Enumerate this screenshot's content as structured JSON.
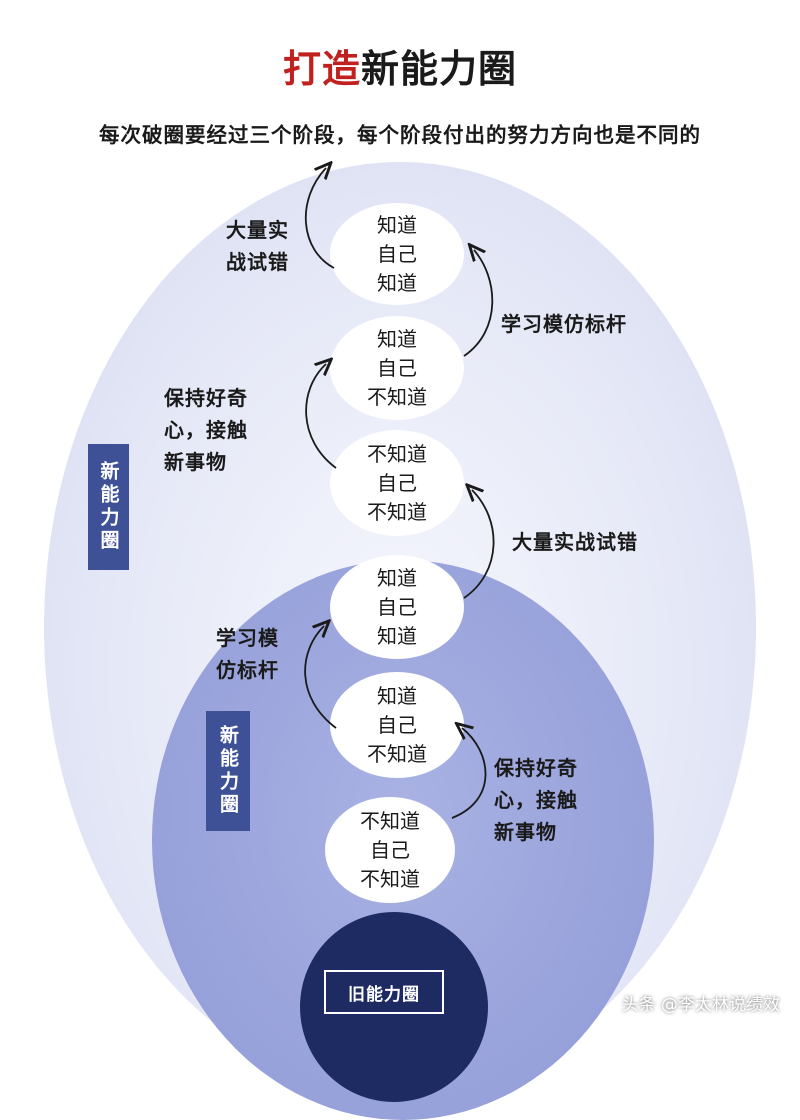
{
  "title_prefix": "打造",
  "title_suffix": "新能力圈",
  "subtitle": "每次破圈要经过三个阶段，每个阶段付出的努力方向也是不同的",
  "outer_circle_label": "新能力圈",
  "middle_circle_label": "新能力圈",
  "inner_circle_label": "旧能力圈",
  "nodes": {
    "n1": {
      "line1": "不知道",
      "line2": "自己",
      "line3": "不知道"
    },
    "n2": {
      "line1": "知道",
      "line2": "自己",
      "line3": "不知道"
    },
    "n3": {
      "line1": "知道",
      "line2": "自己",
      "line3": "知道"
    },
    "n4": {
      "line1": "不知道",
      "line2": "自己",
      "line3": "不知道"
    },
    "n5": {
      "line1": "知道",
      "line2": "自己",
      "line3": "不知道"
    },
    "n6": {
      "line1": "知道",
      "line2": "自己",
      "line3": "知道"
    }
  },
  "annotations": {
    "a1": {
      "line1": "保持好奇",
      "line2": "心，接触",
      "line3": "新事物"
    },
    "a2": {
      "line1": "学习模",
      "line2": "仿标杆"
    },
    "a3": {
      "line1": "大量实战试错"
    },
    "a4": {
      "line1": "保持好奇",
      "line2": "心，接触",
      "line3": "新事物"
    },
    "a5": {
      "line1": "学习模仿标杆"
    },
    "a6": {
      "line1": "大量实",
      "line2": "战试错"
    }
  },
  "colors": {
    "title_accent": "#c0211e",
    "label_box": "#3e5197",
    "inner_circle": "#1e2b63",
    "middle_circle": "#97a1da",
    "outer_circle": "#e4e7f6"
  },
  "watermark": "头条 @李太林说绩效"
}
